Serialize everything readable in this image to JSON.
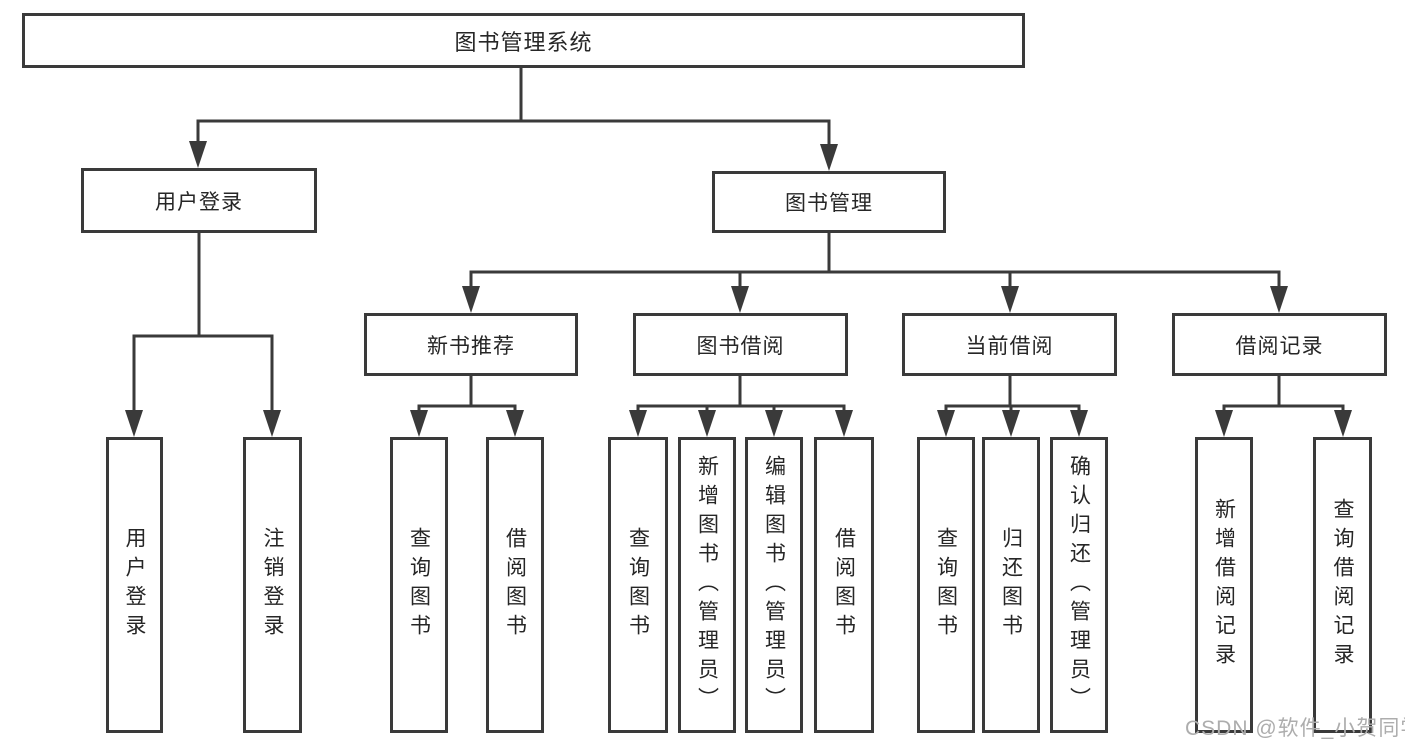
{
  "colors": {
    "line": "#3a3a3a",
    "box_border": "#3a3a3a",
    "text": "#262626",
    "watermark": "#adadad",
    "background": "#ffffff"
  },
  "watermark": {
    "text": "CSDN @软件_小贺同学"
  },
  "tree": {
    "root": {
      "label": "图书管理系统",
      "children": [
        {
          "label": "用户登录",
          "children": [
            {
              "label": "用户登录"
            },
            {
              "label": "注销登录"
            }
          ]
        },
        {
          "label": "图书管理",
          "children": [
            {
              "label": "新书推荐",
              "children": [
                {
                  "label": "查询图书"
                },
                {
                  "label": "借阅图书"
                }
              ]
            },
            {
              "label": "图书借阅",
              "children": [
                {
                  "label": "查询图书"
                },
                {
                  "label": "新增图书（管理员）"
                },
                {
                  "label": "编辑图书（管理员）"
                },
                {
                  "label": "借阅图书"
                }
              ]
            },
            {
              "label": "当前借阅",
              "children": [
                {
                  "label": "查询图书"
                },
                {
                  "label": "归还图书"
                },
                {
                  "label": "确认归还（管理员）"
                }
              ]
            },
            {
              "label": "借阅记录",
              "children": [
                {
                  "label": "新增借阅记录"
                },
                {
                  "label": "查询借阅记录"
                }
              ]
            }
          ]
        }
      ]
    }
  }
}
